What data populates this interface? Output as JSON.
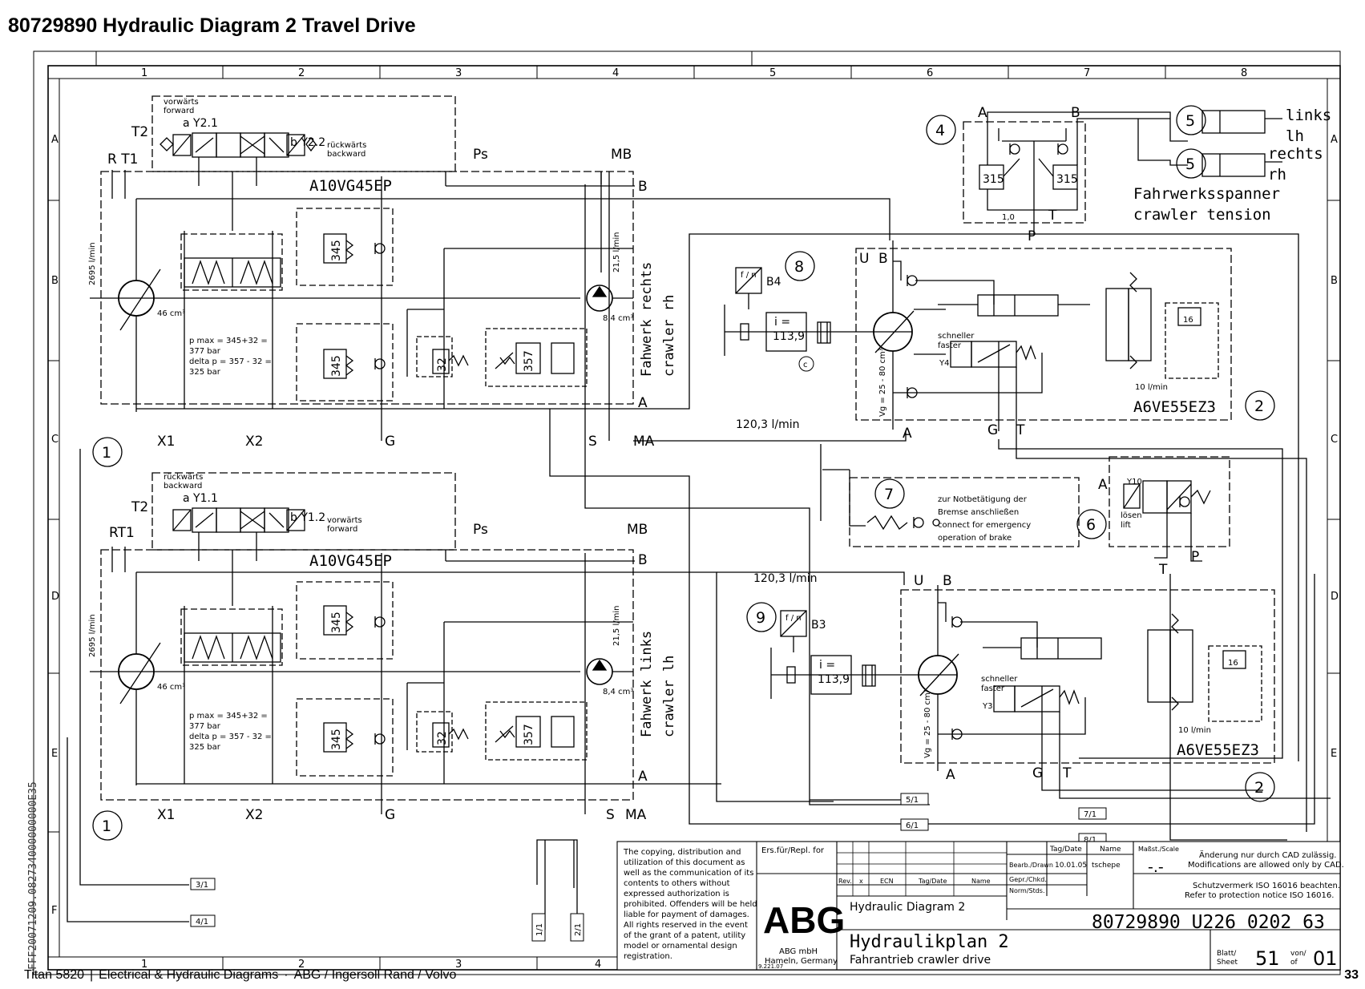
{
  "header": {
    "title": "80729890  Hydraulic Diagram 2 Travel Drive"
  },
  "footer": {
    "product": "Titan 5820",
    "section": "Electrical & Hydraulic Diagrams",
    "brand": "ABG / Ingersoll Rand / Volvo",
    "page_number": "33",
    "side_code": "FFF20071209.082734000000000E35"
  },
  "grid": {
    "columns": [
      "1",
      "2",
      "3",
      "4",
      "5",
      "6",
      "7",
      "8"
    ],
    "rows": [
      "A",
      "B",
      "C",
      "D",
      "E",
      "F"
    ]
  },
  "travel_pump_rh": {
    "model": "A10VG45EP",
    "callout": "1",
    "valve_left_label": "vorwärts\nforward",
    "valve_left_coil": "a Y2.1",
    "valve_right_coil": "b Y2.2",
    "valve_right_label": "rückwärts\nbackward",
    "port_T2": "T2",
    "port_RT1": "R T1",
    "port_Ps": "Ps",
    "port_MB": "MB",
    "port_B": "B",
    "port_A": "A",
    "port_X1": "X1",
    "port_X2": "X2",
    "port_G": "G",
    "port_S": "S",
    "port_MA": "MA",
    "flow_pump": "2695 l/min",
    "displacement": "46 cm³",
    "pressure_note": [
      "p max = 345+32 =",
      "377 bar",
      "delta p = 357 - 32 =",
      "325 bar"
    ],
    "relief_1": "345",
    "relief_2": "345",
    "boost_relief": "32",
    "cutoff": "357",
    "charge_flow": "21,5 l/min",
    "charge_disp": "8,4 cm³",
    "side_label": [
      "Fahwerk rechts",
      "crawler rh"
    ]
  },
  "travel_pump_lh": {
    "model": "A10VG45EP",
    "callout": "1",
    "valve_left_label": "rückwärts\nbackward",
    "valve_left_coil": "a Y1.1",
    "valve_right_coil": "b Y1.2",
    "valve_right_label": "vorwärts\nforward",
    "port_T2": "T2",
    "port_RT1": "RT1",
    "port_Ps": "Ps",
    "port_MB": "MB",
    "port_B": "B",
    "port_A": "A",
    "port_X1": "X1",
    "port_X2": "X2",
    "port_G": "G",
    "port_S": "S",
    "port_MA": "MA",
    "flow_pump": "2695 l/min",
    "displacement": "46 cm³",
    "pressure_note": [
      "p max = 345+32 =",
      "377 bar",
      "delta p = 357 - 32 =",
      "325 bar"
    ],
    "relief_1": "345",
    "relief_2": "345",
    "boost_relief": "32",
    "cutoff": "357",
    "charge_flow": "21,5 l/min",
    "charge_disp": "8,4 cm³",
    "side_label": [
      "Fahwerk links",
      "crawler lh"
    ]
  },
  "crawler_tension": {
    "callout": "4",
    "port_A": "A",
    "port_B": "B",
    "port_T": "T",
    "port_P": "P",
    "relief_left": "315",
    "relief_right": "315",
    "check": "1,0",
    "cylinder_callout": "5",
    "cyl_top_label": [
      "links",
      "lh"
    ],
    "cyl_bottom_label": [
      "rechts",
      "rh"
    ],
    "label": [
      "Fahrwerksspanner",
      "crawler tension"
    ]
  },
  "motor_rh": {
    "model": "A6VE55EZ3",
    "callout": "2",
    "sensor_callout": "8",
    "sensor": "B4",
    "sensor_symbol": "f / n",
    "ratio": [
      "i =",
      "113,9"
    ],
    "clutch_marker": "c",
    "port_U": "U",
    "port_B": "B",
    "port_A": "A",
    "port_G": "G",
    "port_T": "T",
    "faster_label": [
      "schneller",
      "faster"
    ],
    "solenoid": "Y4",
    "disp": "Vg = 25 - 80 cm³",
    "relief": "16",
    "flow": "10 l/min",
    "line_flow": "120,3 l/min"
  },
  "motor_lh": {
    "model": "A6VE55EZ3",
    "callout": "2",
    "sensor_callout": "9",
    "sensor": "B3",
    "sensor_symbol": "f / n",
    "ratio": [
      "i =",
      "113,9"
    ],
    "port_U": "U",
    "port_B": "B",
    "port_A": "A",
    "port_G": "G",
    "port_T": "T",
    "faster_label": [
      "schneller",
      "faster"
    ],
    "solenoid": "Y3",
    "disp": "Vg = 25 - 80 cm³",
    "relief": "16",
    "flow": "10 l/min",
    "line_flow": "120,3 l/min"
  },
  "emergency_brake": {
    "callout": "7",
    "text": [
      "zur Notbetätigung der",
      "Bremse anschließen",
      "connect for emergency",
      "operation of brake"
    ]
  },
  "brake_valve": {
    "callout": "6",
    "port_A": "A",
    "port_P": "P",
    "port_T": "T",
    "coil": "Y10",
    "label": [
      "lösen",
      "lift"
    ]
  },
  "references": [
    "3/1",
    "4/1",
    "1/1",
    "2/1",
    "5/1",
    "6/1",
    "7/1",
    "8/1"
  ],
  "title_block": {
    "copyright": [
      "The copying, distribution and",
      "utilization of this document as",
      "well as the communication of its",
      "contents to others without",
      "expressed authorization is",
      "prohibited. Offenders will be held",
      "liable for payment of damages.",
      "All rights reserved in the event",
      "of the grant of a patent, utility",
      "model or ornamental design",
      "registration."
    ],
    "replaced_for": "Ers.für/Repl. for",
    "logo": "ABG",
    "company": [
      "ABG mbH",
      "Hameln, Germany"
    ],
    "date_code": "9.221.07",
    "rev_cols": [
      "Rev.",
      "x",
      "ECN",
      "Tag/Date",
      "Name"
    ],
    "col_tag": "Tag/Date",
    "col_name": "Name",
    "col_scale": "Maßst./Scale",
    "row_drawn": "Bearb./Drawn",
    "drawn_date": "10.01.05",
    "drawn_name": "tschepe",
    "row_checked": "Gepr./Chkd.",
    "row_std": "Norm/Stds.",
    "scale_value": "-.-",
    "cad_note": [
      "Änderung nur durch CAD zulässig.",
      "Modifications are allowed only by CAD."
    ],
    "iso_note": [
      "Schutzvermerk ISO 16016 beachten.",
      "Refer to protection notice ISO 16016."
    ],
    "title_en": "Hydraulic Diagram 2",
    "title_de": "Hydraulikplan 2",
    "subtitle": "Fahrantrieb crawler drive",
    "drawing_no": "80729890 U226 0202 63",
    "sheet_label": [
      "Blatt/",
      "Sheet"
    ],
    "sheet": "51",
    "of_label": [
      "von/",
      "of"
    ],
    "of": "01"
  }
}
